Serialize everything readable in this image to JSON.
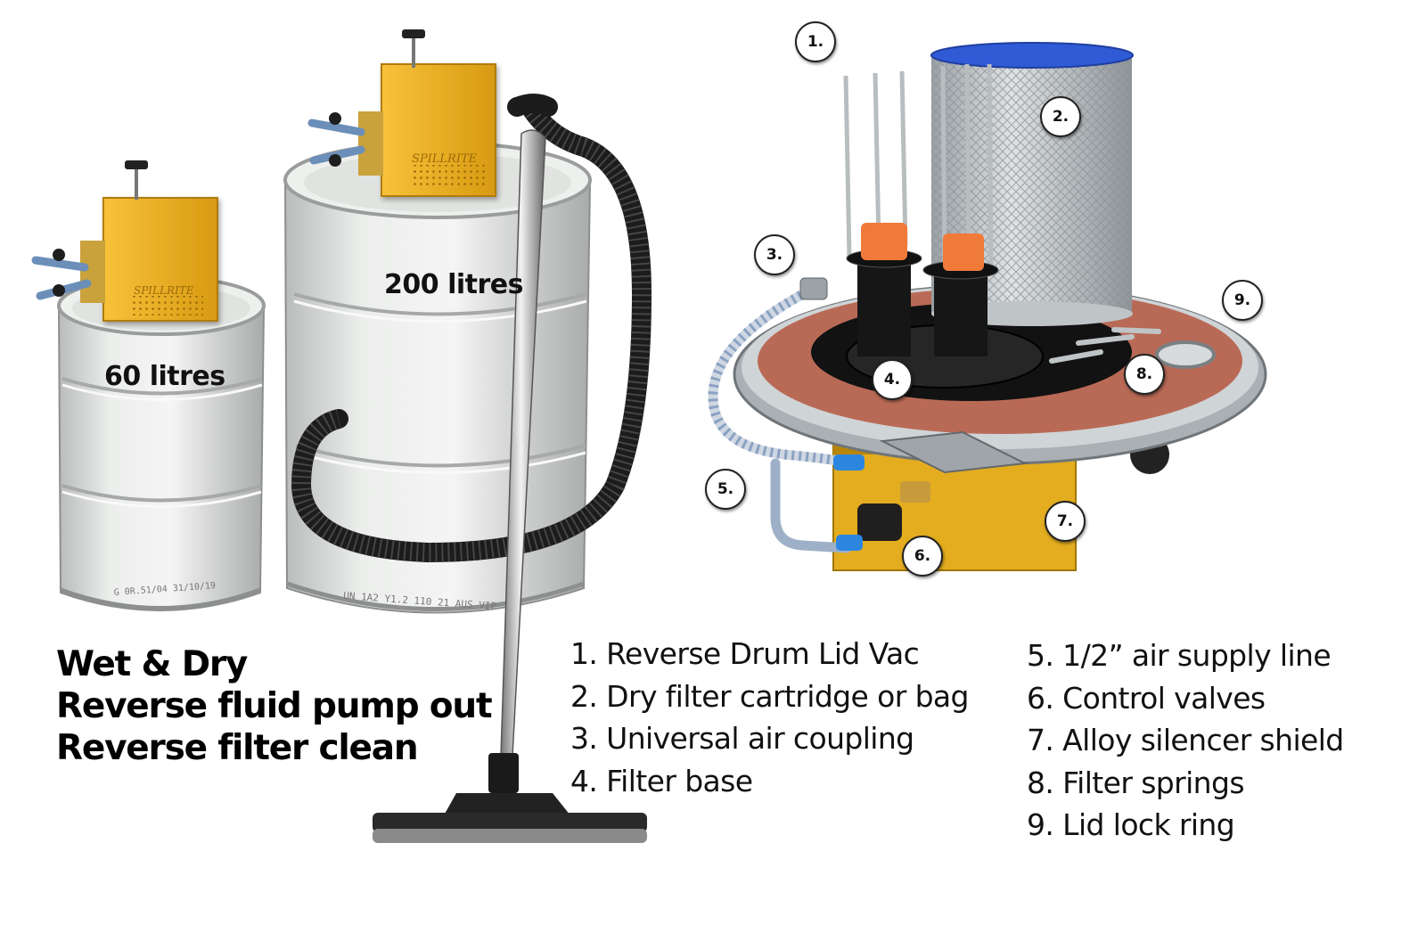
{
  "drums": {
    "small_label": "60 litres",
    "large_label": "200 litres",
    "brand": "SPILLRITE",
    "small_stamp": "G 0R.51/04 31/10/19",
    "large_stamp": "UN 1A2 Y1.2 110 21 AUS VIP"
  },
  "features": [
    "Wet & Dry",
    "Reverse fluid pump out",
    "Reverse filter clean"
  ],
  "legend_left": [
    "1. Reverse Drum Lid Vac",
    "2. Dry filter cartridge or bag",
    "3. Universal air coupling",
    "4. Filter base"
  ],
  "legend_right": [
    "5. 1/2” air supply line",
    "6. Control valves",
    "7. Alloy silencer shield",
    "8. Filter springs",
    "9. Lid lock ring"
  ],
  "callouts": [
    "1.",
    "2.",
    "3.",
    "4.",
    "5.",
    "6.",
    "7.",
    "8.",
    "9."
  ],
  "colors": {
    "drum": "#e3e5e3",
    "pump_box": "#f0b21e",
    "hose": "#1c1c1c",
    "lid_gasket": "#b96a56",
    "filter_mesh": "#cfd3d6",
    "filter_cap": "#2f5bd6",
    "foam_plug": "#f07a3a"
  }
}
